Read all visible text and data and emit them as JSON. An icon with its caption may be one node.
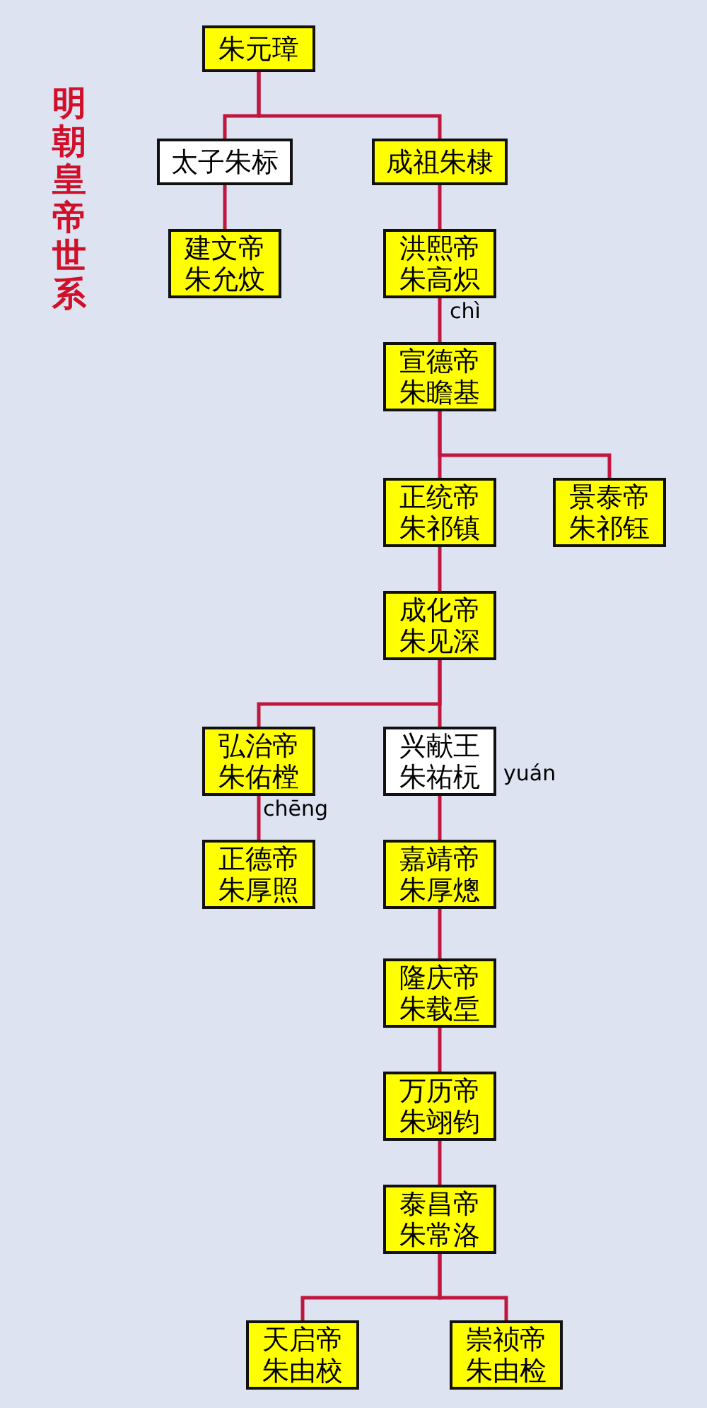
{
  "diagram": {
    "title": "明朝皇帝世系",
    "nodes": [
      {
        "text": [
          "朱元璋"
        ]
      },
      {
        "text": [
          "太子朱标"
        ]
      },
      {
        "text": [
          "成祖朱棣"
        ]
      },
      {
        "text": [
          "建文帝",
          "朱允炆"
        ]
      },
      {
        "text": [
          "洪熙帝",
          "朱高炽"
        ],
        "beside": [
          "chì"
        ]
      },
      {
        "text": [
          "宣德帝",
          "朱瞻基"
        ]
      },
      {
        "text": [
          "正统帝",
          "朱祁镇"
        ]
      },
      {
        "text": [
          "景泰帝",
          "朱祁钰"
        ]
      },
      {
        "text": [
          "成化帝",
          "朱见深"
        ]
      },
      {
        "text": [
          "弘治帝",
          "朱佑樘"
        ],
        "beside": [
          "chēng"
        ]
      },
      {
        "text": [
          "兴献王",
          "朱祐杬"
        ],
        "beside": [
          "yuán"
        ]
      },
      {
        "text": [
          "正德帝",
          "朱厚照"
        ]
      },
      {
        "text": [
          "嘉靖帝",
          "朱厚熜"
        ]
      },
      {
        "text": [
          "隆庆帝",
          "朱载垕"
        ]
      },
      {
        "text": [
          "万历帝",
          "朱翊钧"
        ]
      },
      {
        "text": [
          "泰昌帝",
          "朱常洛"
        ]
      },
      {
        "text": [
          "天启帝",
          "朱由校"
        ]
      },
      {
        "text": [
          "崇祯帝",
          "朱由检"
        ]
      }
    ],
    "edges": [
      {
        "from": 0,
        "to": 1,
        "arrow": "none"
      },
      {
        "from": 0,
        "to": 2,
        "arrow": "none"
      },
      {
        "from": 1,
        "to": 3,
        "arrow": "none"
      },
      {
        "from": 2,
        "to": 4,
        "arrow": "none"
      },
      {
        "from": 4,
        "to": 5,
        "arrow": "none"
      },
      {
        "from": 5,
        "to": 6,
        "arrow": "none"
      },
      {
        "from": 5,
        "to": 7,
        "arrow": "none"
      },
      {
        "from": 6,
        "to": 8,
        "arrow": "none"
      },
      {
        "from": 8,
        "to": 9,
        "arrow": "none"
      },
      {
        "from": 8,
        "to": 10,
        "arrow": "none"
      },
      {
        "from": 9,
        "to": 11,
        "arrow": "none"
      },
      {
        "from": 10,
        "to": 12,
        "arrow": "none"
      },
      {
        "from": 12,
        "to": 13,
        "arrow": "none"
      },
      {
        "from": 13,
        "to": 14,
        "arrow": "none"
      },
      {
        "from": 14,
        "to": 15,
        "arrow": "none"
      },
      {
        "from": 15,
        "to": 16,
        "arrow": "none"
      },
      {
        "from": 15,
        "to": 17,
        "arrow": "none"
      }
    ]
  }
}
